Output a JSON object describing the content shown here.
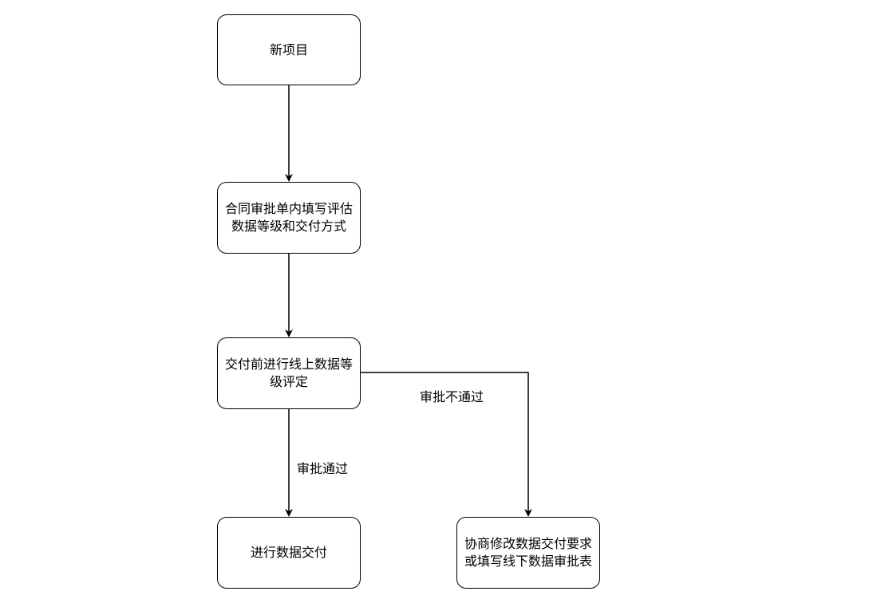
{
  "nodes": {
    "new_project": "新项目",
    "contract_approval": "合同审批单内填写评估数据等级和交付方式",
    "online_rating": "交付前进行线上数据等级评定",
    "data_delivery": "进行数据交付",
    "negotiate": "协商修改数据交付要求或填写线下数据审批表"
  },
  "edges": {
    "approved": "审批通过",
    "rejected": "审批不通过"
  },
  "colors": {
    "stroke": "#000000",
    "fill": "#ffffff"
  }
}
